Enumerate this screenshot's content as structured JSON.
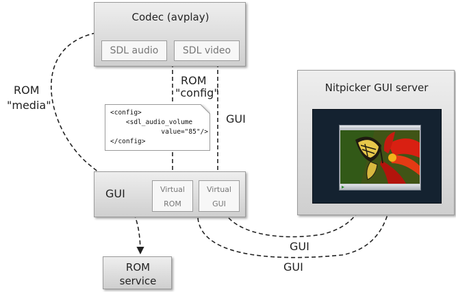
{
  "codec": {
    "title": "Codec (avplay)",
    "sdl_audio": "SDL audio",
    "sdl_video": "SDL video"
  },
  "gui_box": {
    "title": "GUI",
    "virtual_rom": [
      "Virtual",
      "ROM"
    ],
    "virtual_gui": [
      "Virtual",
      "GUI"
    ]
  },
  "nitpicker": {
    "title": "Nitpicker GUI server"
  },
  "rom_service": {
    "title": [
      "ROM",
      "service"
    ]
  },
  "config_doc": {
    "lines": [
      "<config>",
      "    <sdl_audio_volume",
      "             value=\"85\"/>",
      "</config>"
    ]
  },
  "edge_labels": {
    "rom_media": [
      "ROM",
      "\"media\""
    ],
    "rom_config": [
      "ROM",
      "\"config\""
    ],
    "gui_vertical": "GUI",
    "gui_lower_1": "GUI",
    "gui_lower_2": "GUI"
  },
  "colors": {
    "box_top": "#eeeeee",
    "box_bottom": "#cfcfcf",
    "screen": "#142230",
    "arrow": "#222222"
  }
}
